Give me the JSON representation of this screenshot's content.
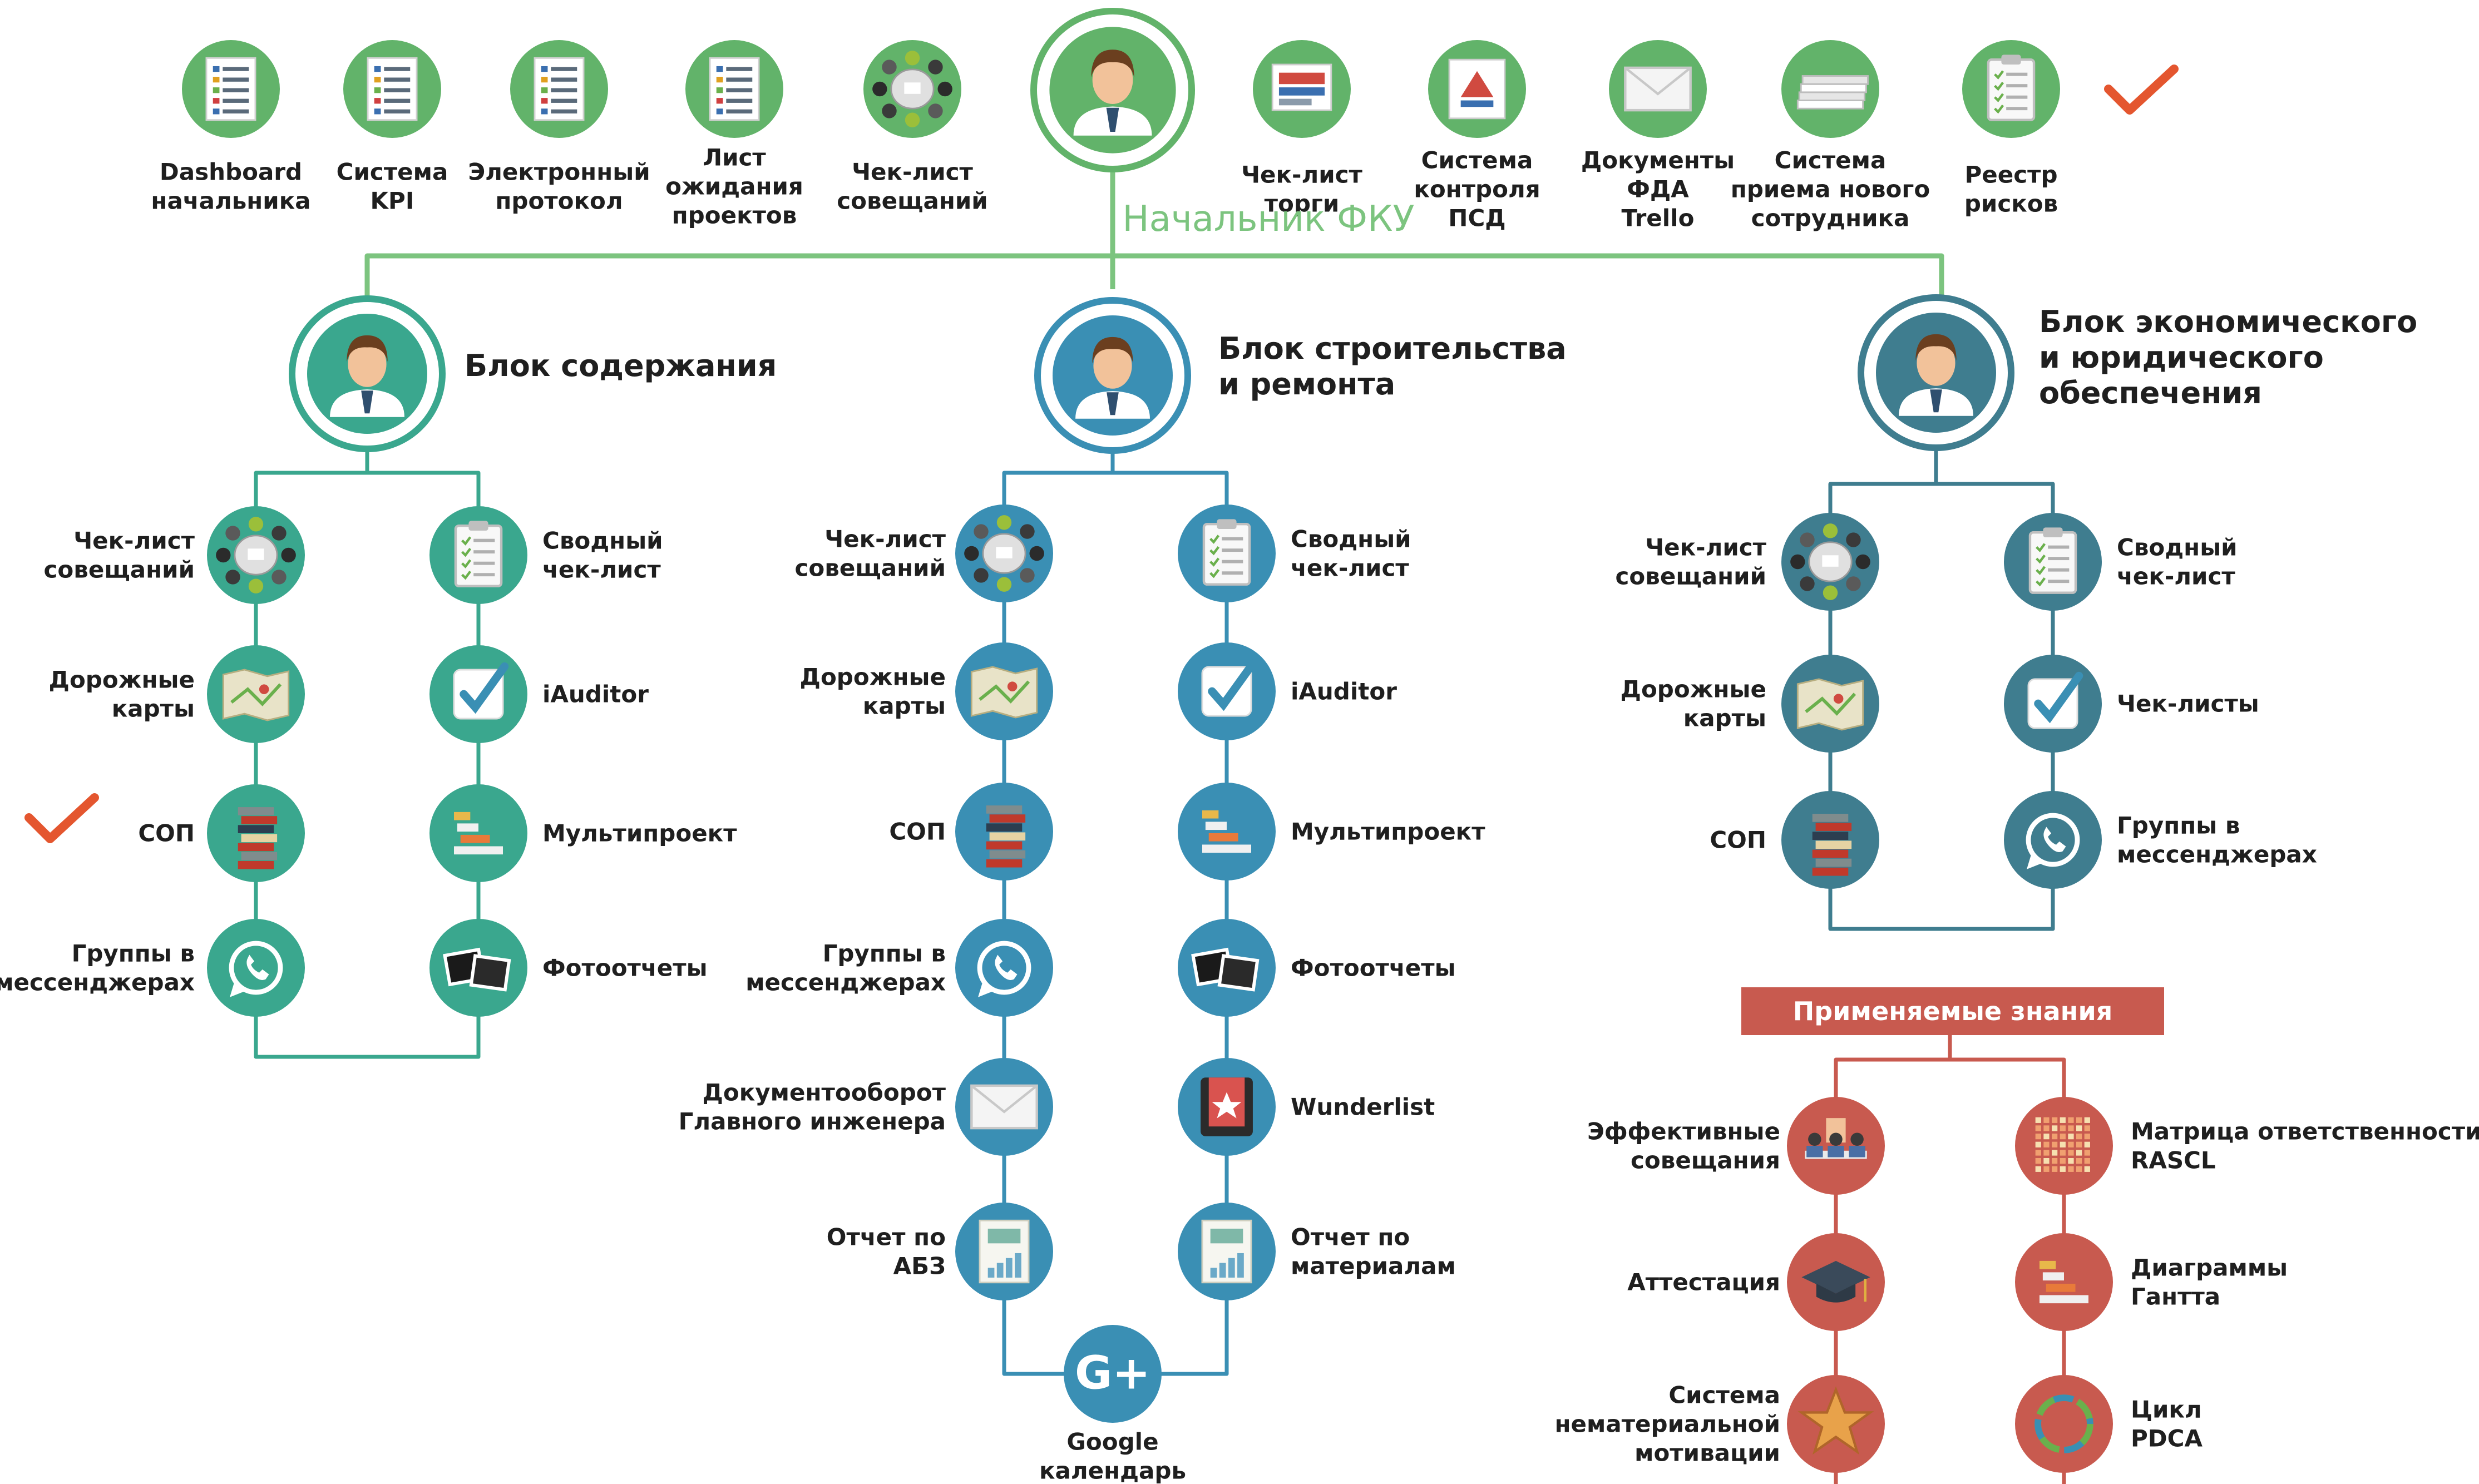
{
  "colors": {
    "green": "#62b36a",
    "green_line": "#7cc47f",
    "teal": "#3aa78e",
    "blue": "#3a8fb4",
    "steel": "#3f7d8f",
    "red": "#c85a4f",
    "check": "#e4562f",
    "skin": "#f2c29a",
    "hair": "#6b3f1f"
  },
  "top": {
    "title": "Начальник ФКУ",
    "items_left": [
      {
        "label": "Dashboard\nначальника",
        "icon": "dashboard-icon"
      },
      {
        "label": "Система\nKPI",
        "icon": "kpi-document-icon"
      },
      {
        "label": "Электронный\nпротокол",
        "icon": "protocol-document-icon"
      },
      {
        "label": "Лист\nожидания\nпроектов",
        "icon": "waitlist-document-icon"
      },
      {
        "label": "Чек-лист\nсовещаний",
        "icon": "meeting-table-icon"
      }
    ],
    "items_right": [
      {
        "label": "Чек-лист\nторги",
        "icon": "tender-chart-icon"
      },
      {
        "label": "Система\nконтроля\nПСД",
        "icon": "psd-control-icon"
      },
      {
        "label": "Документы\nФДА\nTrello",
        "icon": "envelope-icon"
      },
      {
        "label": "Система\nприема нового\nсотрудника",
        "icon": "paper-stack-icon"
      },
      {
        "label": "Реестр\nрисков",
        "icon": "clipboard-icon"
      }
    ]
  },
  "blocks": [
    {
      "title": "Блок содержания",
      "left": [
        {
          "label": "Чек-лист\nсовещаний",
          "icon": "meeting-table-icon"
        },
        {
          "label": "Дорожные\nкарты",
          "icon": "map-icon"
        },
        {
          "label": "СОП",
          "icon": "books-icon"
        },
        {
          "label": "Группы в\nмессенджерах",
          "icon": "whatsapp-icon"
        }
      ],
      "right": [
        {
          "label": "Сводный\nчек-лист",
          "icon": "clipboard-icon"
        },
        {
          "label": "iAuditor",
          "icon": "checkbox-icon"
        },
        {
          "label": "Мультипроект",
          "icon": "gantt-icon"
        },
        {
          "label": "Фотоотчеты",
          "icon": "photos-icon"
        }
      ]
    },
    {
      "title": "Блок строительства\nи ремонта",
      "left": [
        {
          "label": "Чек-лист\nсовещаний",
          "icon": "meeting-table-icon"
        },
        {
          "label": "Дорожные\nкарты",
          "icon": "map-icon"
        },
        {
          "label": "СОП",
          "icon": "books-icon"
        },
        {
          "label": "Группы в\nмессенджерах",
          "icon": "whatsapp-icon"
        },
        {
          "label": "Документооборот\nГлавного инженера",
          "icon": "envelope-icon"
        },
        {
          "label": "Отчет по\nАБЗ",
          "icon": "report-icon"
        }
      ],
      "right": [
        {
          "label": "Сводный\nчек-лист",
          "icon": "clipboard-icon"
        },
        {
          "label": "iAuditor",
          "icon": "checkbox-icon"
        },
        {
          "label": "Мультипроект",
          "icon": "gantt-icon"
        },
        {
          "label": "Фотоотчеты",
          "icon": "photos-icon"
        },
        {
          "label": "Wunderlist",
          "icon": "wunderlist-icon"
        },
        {
          "label": "Отчет по\nматериалам",
          "icon": "report-icon"
        }
      ],
      "bottom": {
        "label": "Google\nкалендарь",
        "icon": "google-plus-icon"
      }
    },
    {
      "title": "Блок экономического\nи юридического\nобеспечения",
      "left": [
        {
          "label": "Чек-лист\nсовещаний",
          "icon": "meeting-table-icon"
        },
        {
          "label": "Дорожные\nкарты",
          "icon": "map-icon"
        },
        {
          "label": "СОП",
          "icon": "books-icon"
        }
      ],
      "right": [
        {
          "label": "Сводный\nчек-лист",
          "icon": "clipboard-icon"
        },
        {
          "label": "Чек-листы",
          "icon": "checkbox-icon"
        },
        {
          "label": "Группы в\nмессенджерах",
          "icon": "whatsapp-icon"
        }
      ]
    }
  ],
  "knowledge": {
    "title": "Применяемые знания",
    "left": [
      {
        "label": "Эффективные\nсовещания",
        "icon": "meeting-people-icon"
      },
      {
        "label": "Аттестация",
        "icon": "graduation-cap-icon"
      },
      {
        "label": "Система\nнематериальной\nмотивации",
        "icon": "star-icon"
      }
    ],
    "right": [
      {
        "label": "Матрица ответственности\nRASCL",
        "icon": "matrix-icon"
      },
      {
        "label": "Диаграммы\nГантта",
        "icon": "gantt-icon"
      },
      {
        "label": "Цикл\nPDCA",
        "icon": "cycle-icon"
      }
    ]
  }
}
